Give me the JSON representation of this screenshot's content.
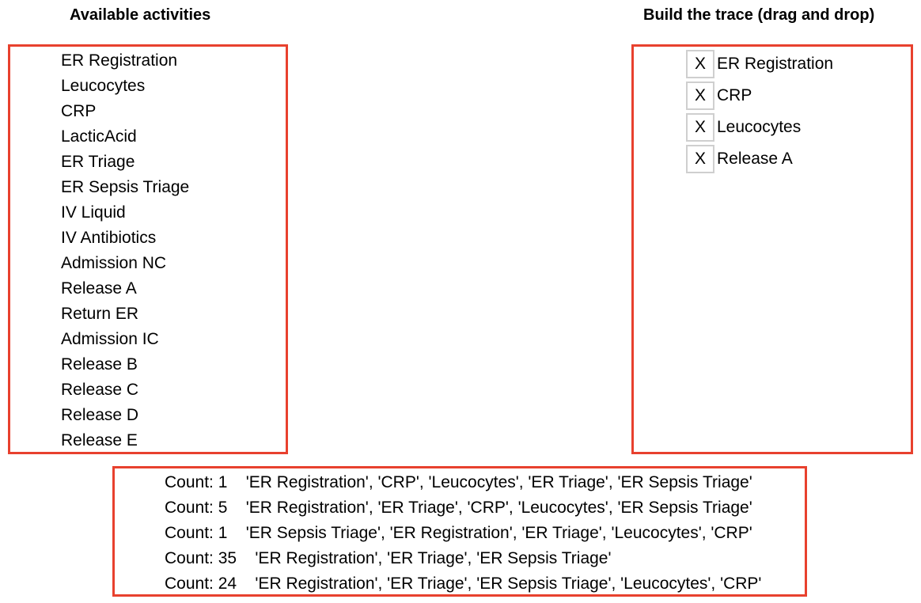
{
  "headings": {
    "available": "Available activities",
    "trace": "Build the trace (drag and drop)"
  },
  "activities": [
    "ER Registration",
    "Leucocytes",
    "CRP",
    "LacticAcid",
    "ER Triage",
    "ER Sepsis Triage",
    "IV Liquid",
    "IV Antibiotics",
    "Admission NC",
    "Release A",
    "Return ER",
    "Admission IC",
    "Release B",
    "Release C",
    "Release D",
    "Release E"
  ],
  "trace": {
    "remove_label": "X",
    "items": [
      "ER Registration",
      "CRP",
      "Leucocytes",
      "Release A"
    ]
  },
  "variants": [
    {
      "count": "Count: 1",
      "trace": "'ER Registration', 'CRP', 'Leucocytes', 'ER Triage', 'ER Sepsis Triage'"
    },
    {
      "count": "Count: 5",
      "trace": "'ER Registration', 'ER Triage', 'CRP', 'Leucocytes', 'ER Sepsis Triage'"
    },
    {
      "count": "Count: 1",
      "trace": "'ER Sepsis Triage', 'ER Registration', 'ER Triage', 'Leucocytes', 'CRP'"
    },
    {
      "count": "Count: 35",
      "trace": "'ER Registration', 'ER Triage', 'ER Sepsis Triage'"
    },
    {
      "count": "Count: 24",
      "trace": "'ER Registration', 'ER Triage', 'ER Sepsis Triage', 'Leucocytes', 'CRP'"
    }
  ],
  "colors": {
    "panel_border": "#e8412e",
    "remove_button_border": "#cfcfcf"
  }
}
